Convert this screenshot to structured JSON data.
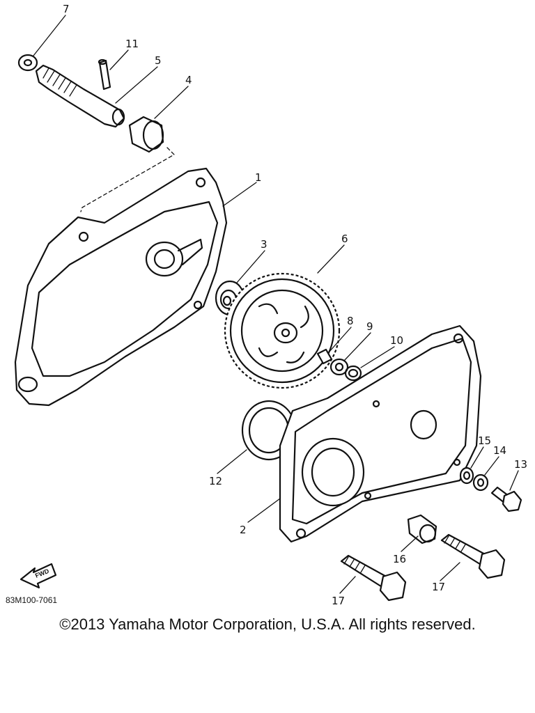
{
  "diagram": {
    "part_numbers": [
      "1",
      "2",
      "3",
      "4",
      "5",
      "6",
      "7",
      "8",
      "9",
      "10",
      "11",
      "12",
      "13",
      "14",
      "15",
      "16",
      "17",
      "17"
    ],
    "figure_code": "83M100-7061",
    "forward_marker": "FWD"
  },
  "footer": {
    "copyright": "©2013 Yamaha Motor Corporation, U.S.A. All rights reserved."
  }
}
